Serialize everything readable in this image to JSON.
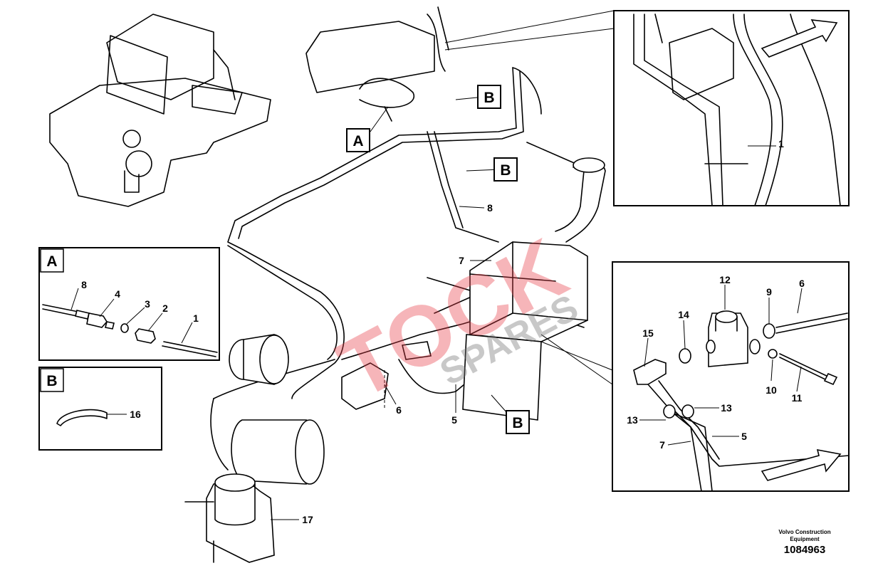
{
  "diagram": {
    "credit_line1": "Volvo Construction",
    "credit_line2": "Equipment",
    "document_number": "1084963",
    "watermark": {
      "brand": "TOCK",
      "sub": "SPARES"
    },
    "detail_boxes": {
      "a": {
        "tag": "A",
        "labels": [
          "8",
          "4",
          "3",
          "2",
          "1"
        ]
      },
      "b": {
        "tag": "B",
        "labels": [
          "16"
        ]
      },
      "top_right": {
        "labels": [
          "1"
        ]
      },
      "right": {
        "labels": [
          "12",
          "9",
          "6",
          "14",
          "15",
          "10",
          "11",
          "13",
          "13",
          "5",
          "7"
        ]
      }
    },
    "main_tags": [
      "B",
      "A",
      "B",
      "B"
    ],
    "main_labels": [
      "8",
      "7",
      "6",
      "5",
      "17"
    ],
    "colors": {
      "line": "#000000",
      "watermark_red": "#e8404a",
      "watermark_gray": "#777777"
    }
  }
}
